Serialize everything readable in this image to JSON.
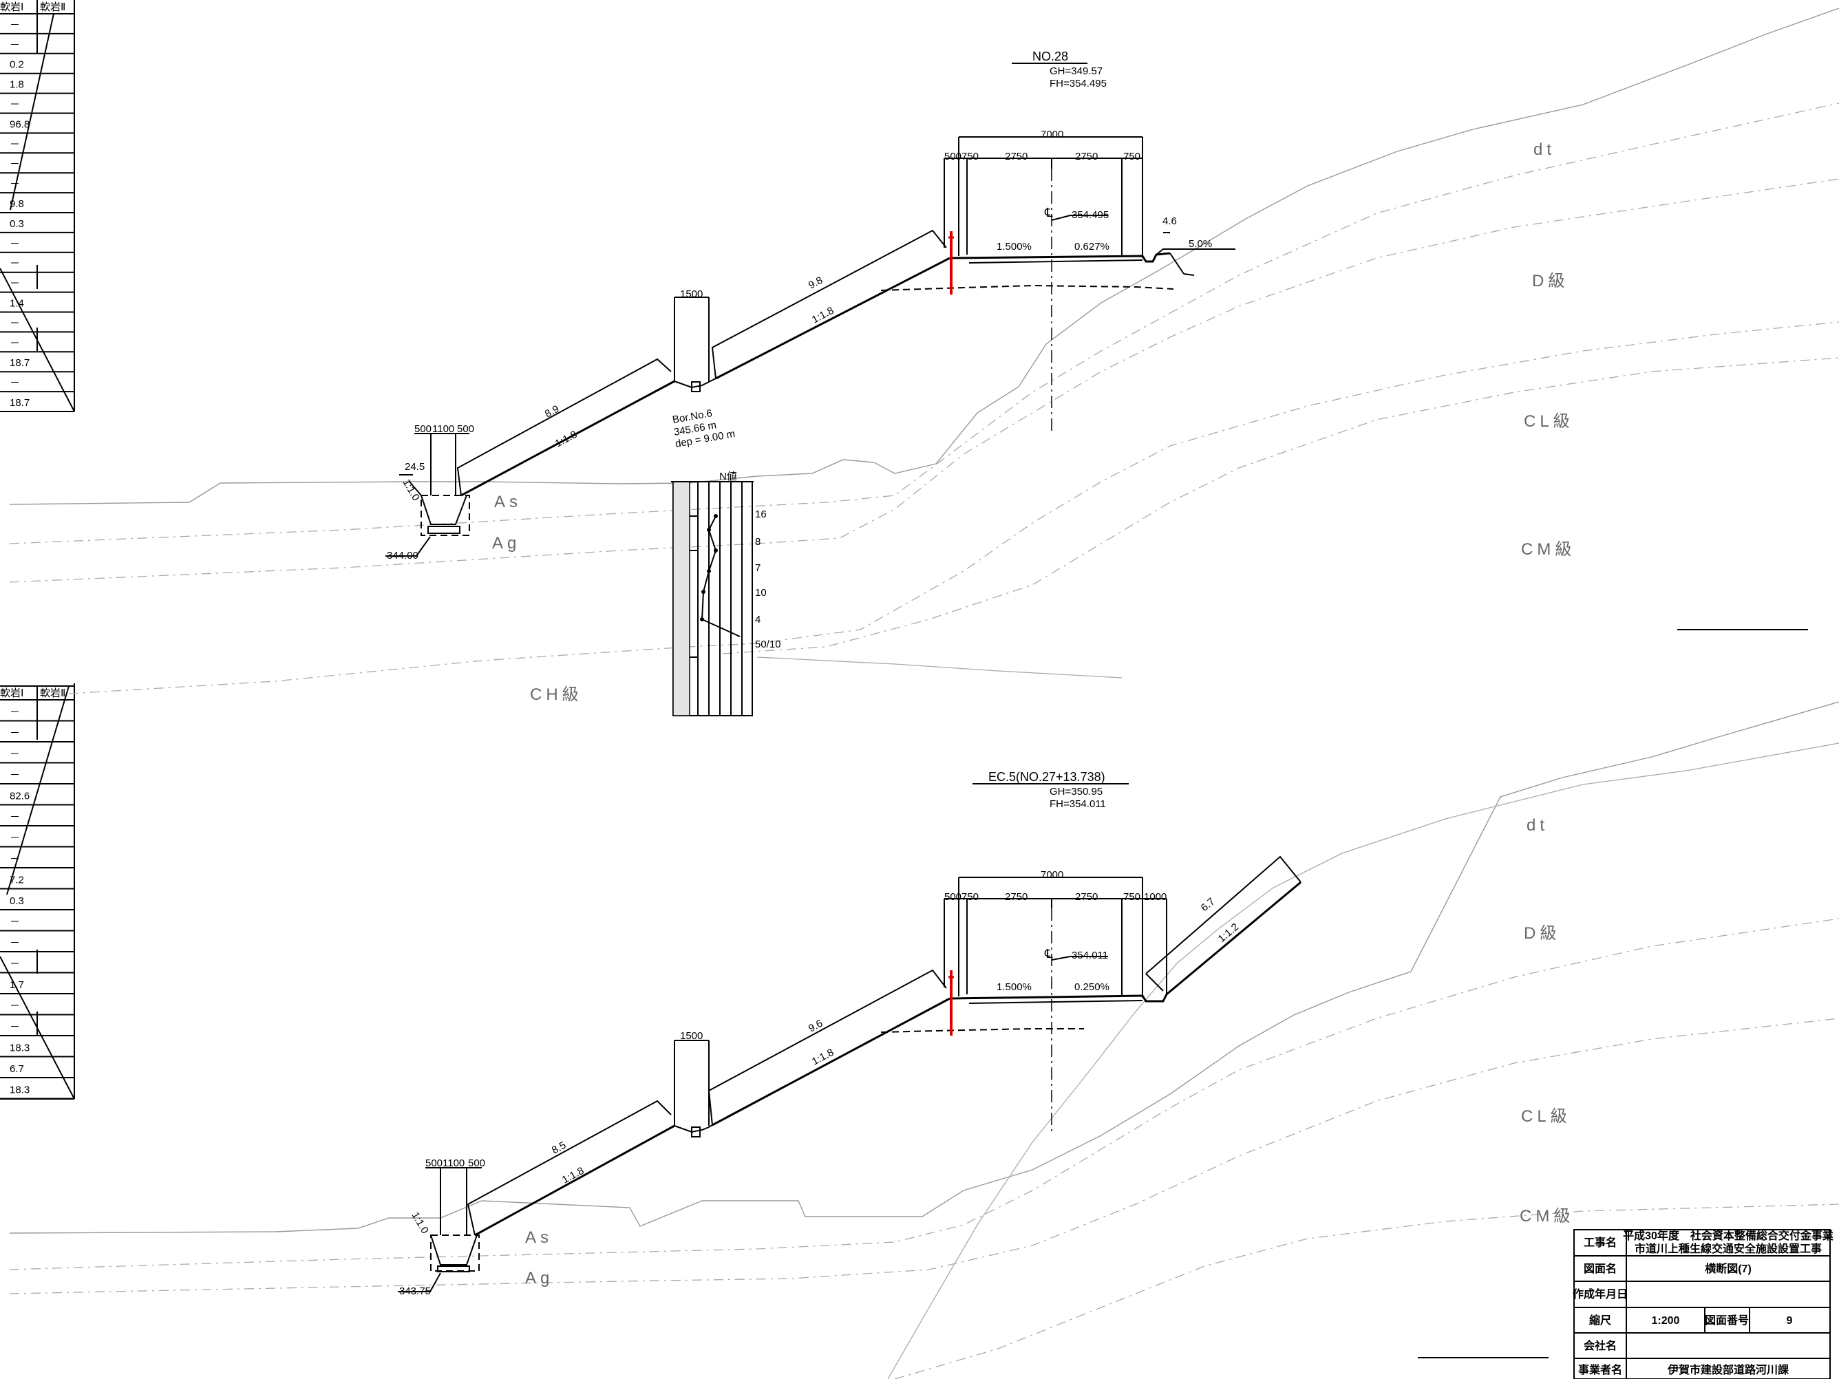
{
  "left_table": {
    "upper": {
      "headers": [
        "軟岩Ⅰ",
        "軟岩Ⅱ"
      ],
      "values": [
        "－",
        "－",
        "0.2",
        "1.8",
        "－",
        "96.8",
        "－",
        "－",
        "－",
        "9.8",
        "0.3",
        "－",
        "－",
        "－",
        "1.4",
        "－",
        "－",
        "18.7",
        "－",
        "18.7"
      ]
    },
    "lower": {
      "headers": [
        "軟岩Ⅰ",
        "軟岩Ⅱ"
      ],
      "values": [
        "－",
        "－",
        "－",
        "－",
        "82.6",
        "－",
        "－",
        "－",
        "7.2",
        "0.3",
        "－",
        "－",
        "－",
        "1.7",
        "－",
        "－",
        "18.3",
        "6.7",
        "18.3"
      ]
    }
  },
  "geology": {
    "dt": "dt",
    "d": "D級",
    "cl": "CL級",
    "cm": "CM級",
    "ch": "CH級",
    "as": "As",
    "ag": "Ag"
  },
  "section1": {
    "name": "NO.28",
    "gh": "GH=349.57",
    "fh": "FH=354.495",
    "width_total": "7000",
    "dims": [
      "500",
      "750",
      "2750",
      "2750",
      "750"
    ],
    "cl_symbol": "℄",
    "center_elev": "354.495",
    "slope_left": "1.500%",
    "slope_right": "0.627%",
    "shoulder_slope": "5.0%",
    "shoulder_len": "4.6",
    "bench_width": "1500",
    "upper_slope_len": "9.8",
    "upper_slope_ratio": "1:1.8",
    "lower_slope_len": "8.9",
    "lower_slope_ratio": "1:1.8",
    "ditch_dims": [
      "500",
      "1100",
      "500"
    ],
    "ditch_len": "24.5",
    "ditch_ratio": "1:1.0",
    "ditch_elev": "344.00"
  },
  "boring": {
    "name": "Bor.No.6",
    "elev": "345.66 m",
    "depth": "dep = 9.00 m",
    "n_label": "N値",
    "n_values": [
      "16",
      "8",
      "7",
      "10",
      "4",
      "50/10"
    ]
  },
  "section2": {
    "name": "EC.5(NO.27+13.738)",
    "gh": "GH=350.95",
    "fh": "FH=354.011",
    "width_total": "7000",
    "dims": [
      "500",
      "750",
      "2750",
      "2750",
      "750",
      "1000"
    ],
    "cl_symbol": "℄",
    "center_elev": "354.011",
    "slope_left": "1.500%",
    "slope_right": "0.250%",
    "cut_len": "6.7",
    "cut_ratio": "1:1.2",
    "bench_width": "1500",
    "upper_slope_len": "9.6",
    "upper_slope_ratio": "1:1.8",
    "lower_slope_len": "8.5",
    "lower_slope_ratio": "1:1.8",
    "ditch_dims": [
      "500",
      "1100",
      "500"
    ],
    "ditch_ratio": "1:1.0",
    "ditch_elev": "343.75"
  },
  "title_block": {
    "project_label": "工事名",
    "project_line1": "平成30年度　社会資本整備総合交付金事業",
    "project_line2": "市道川上種生線交通安全施設設置工事",
    "drawing_label": "図面名",
    "drawing_value": "横断図(7)",
    "date_label": "作成年月日",
    "date_value": "",
    "scale_label": "縮尺",
    "scale_value": "1:200",
    "number_label": "図面番号",
    "number_value": "9",
    "company_label": "会社名",
    "company_value": "",
    "owner_label": "事業者名",
    "owner_value": "伊賀市建設部道路河川課"
  }
}
